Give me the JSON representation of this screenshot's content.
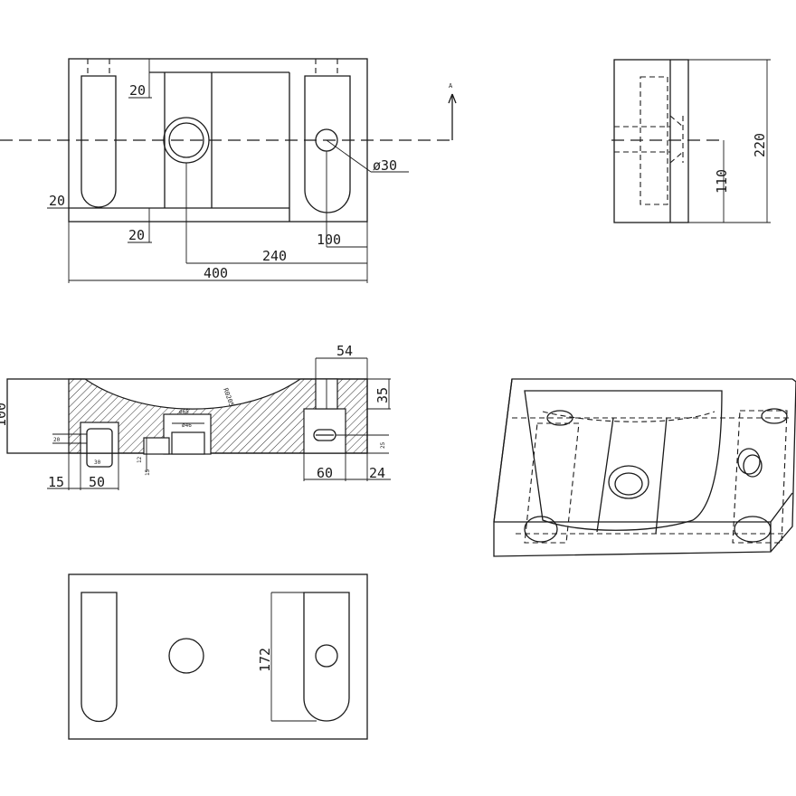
{
  "drawing": {
    "top_view": {
      "dims": {
        "d20_top": "20",
        "d20_left": "20",
        "d20_bottom": "20",
        "hole_dia": "ø30",
        "d100": "100",
        "d240": "240",
        "d400": "400",
        "section_mark": "A"
      }
    },
    "side_view": {
      "dims": {
        "d220": "220",
        "d110": "110"
      }
    },
    "section_view": {
      "dims": {
        "d54": "54",
        "d35": "35",
        "d100_left": "100",
        "d15": "15",
        "d50": "50",
        "d60": "60",
        "d24": "24",
        "small_r_label": "R0205",
        "small_65": "ø65",
        "small_46": "ø46",
        "small_12": "12",
        "small_20": "20",
        "small_30": "30",
        "small_15": "15",
        "small_25": "25"
      }
    },
    "bottom_view": {
      "dims": {
        "d172": "172"
      }
    }
  }
}
